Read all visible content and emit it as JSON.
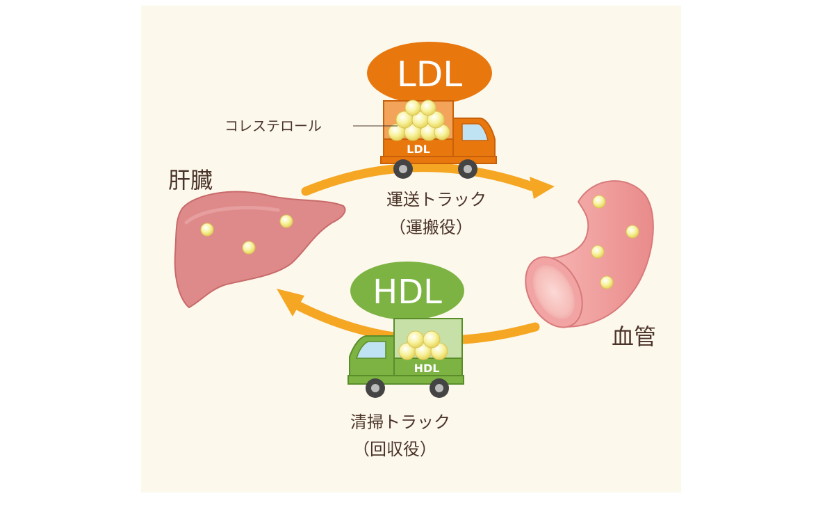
{
  "ldl": {
    "badge": "LDL",
    "truck_label": "LDL",
    "cholesterol_label": "コレステロール",
    "role_line1": "運送トラック",
    "role_line2": "（運搬役）",
    "color": "#e8770e",
    "truck_box_color": "#f3a45a"
  },
  "hdl": {
    "badge": "HDL",
    "truck_label": "HDL",
    "role_line1": "清掃トラック",
    "role_line2": "（回収役）",
    "color": "#7cb342",
    "truck_box_color": "#c7e0a8"
  },
  "organs": {
    "liver_label": "肝臓",
    "vessel_label": "血管"
  },
  "colors": {
    "background": "#fdf8ec",
    "arrow": "#f5a623",
    "liver": "#df8a8a",
    "vessel": "#f2a3a3",
    "cholesterol": "#f6ef8a",
    "text": "#4a3328"
  }
}
